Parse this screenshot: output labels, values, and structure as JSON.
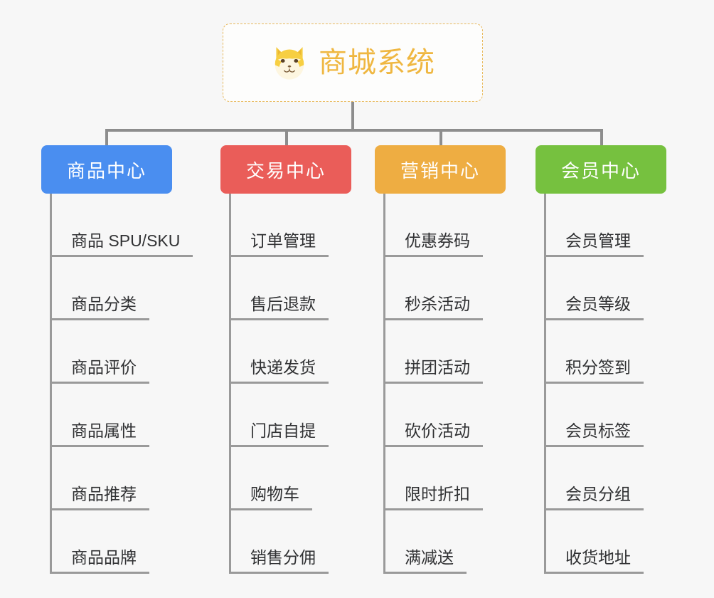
{
  "diagram": {
    "type": "org-chart",
    "background_color": "#f7f7f7",
    "connector_color": "#8d8d8d",
    "root": {
      "title": "商城系统",
      "icon": "shiba-inu-dog-face-icon",
      "text_color": "#efb741",
      "border_color": "#e8b95c",
      "border_style": "dashed"
    },
    "categories": [
      {
        "label": "商品中心",
        "color": "#4a8ef0",
        "items": [
          "商品 SPU/SKU",
          "商品分类",
          "商品评价",
          "商品属性",
          "商品推荐",
          "商品品牌"
        ]
      },
      {
        "label": "交易中心",
        "color": "#ea5d59",
        "items": [
          "订单管理",
          "售后退款",
          "快递发货",
          "门店自提",
          "购物车",
          "销售分佣"
        ]
      },
      {
        "label": "营销中心",
        "color": "#eead42",
        "items": [
          "优惠券码",
          "秒杀活动",
          "拼团活动",
          "砍价活动",
          "限时折扣",
          "满减送"
        ]
      },
      {
        "label": "会员中心",
        "color": "#76c13f",
        "items": [
          "会员管理",
          "会员等级",
          "积分签到",
          "会员标签",
          "会员分组",
          "收货地址"
        ]
      }
    ]
  }
}
